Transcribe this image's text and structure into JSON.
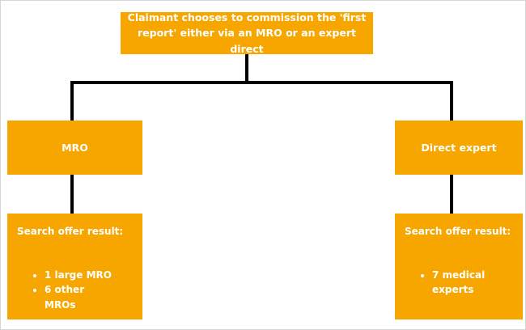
{
  "colors": {
    "box_fill": "#F7A600",
    "box_text": "#FFFFFF",
    "line": "#000000",
    "background": "#FFFFFF"
  },
  "diagram": {
    "root": {
      "label": "Claimant chooses to commission the 'first report' either via an MRO or an expert direct"
    },
    "branches": {
      "left": {
        "title": "MRO",
        "result_heading": "Search offer result:",
        "result_bullets": [
          "1 large MRO",
          "6 other MROs"
        ]
      },
      "right": {
        "title": "Direct expert",
        "result_heading": "Search offer result:",
        "result_bullets": [
          "7 medical experts"
        ]
      }
    }
  }
}
